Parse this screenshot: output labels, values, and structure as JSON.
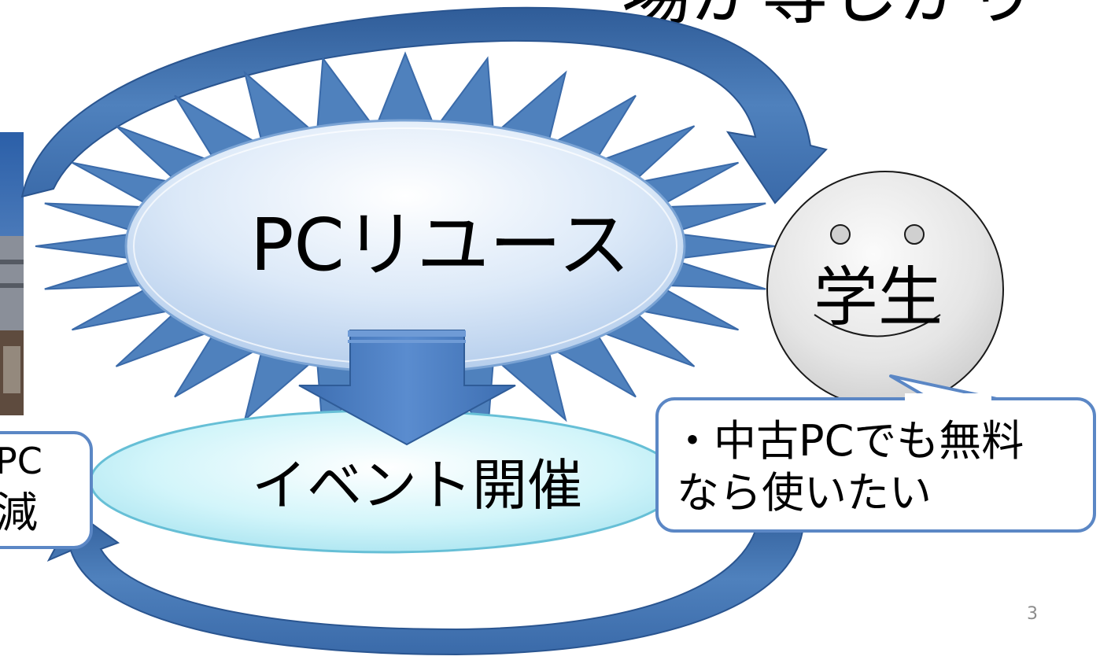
{
  "slide": {
    "title_fragment": "場が等しかり",
    "page_number": "3"
  },
  "nodes": {
    "reuse_label": "PCリユース",
    "event_label": "イベント開催",
    "student_label": "学生"
  },
  "callouts": {
    "student_line1": "・中古PCでも無料",
    "student_line2": "なら使いたい",
    "left_line1": "PC",
    "left_line2": "減"
  },
  "colors": {
    "arrow_blue": "#4a7bbf",
    "arrow_dark": "#2f5c98",
    "starburst": "#4f81bd",
    "reuse_fill": "#cfe0f4",
    "event_fill": "#c4f0f7",
    "face_fill": "#e6e6e6",
    "callout_border": "#5b87c5"
  }
}
